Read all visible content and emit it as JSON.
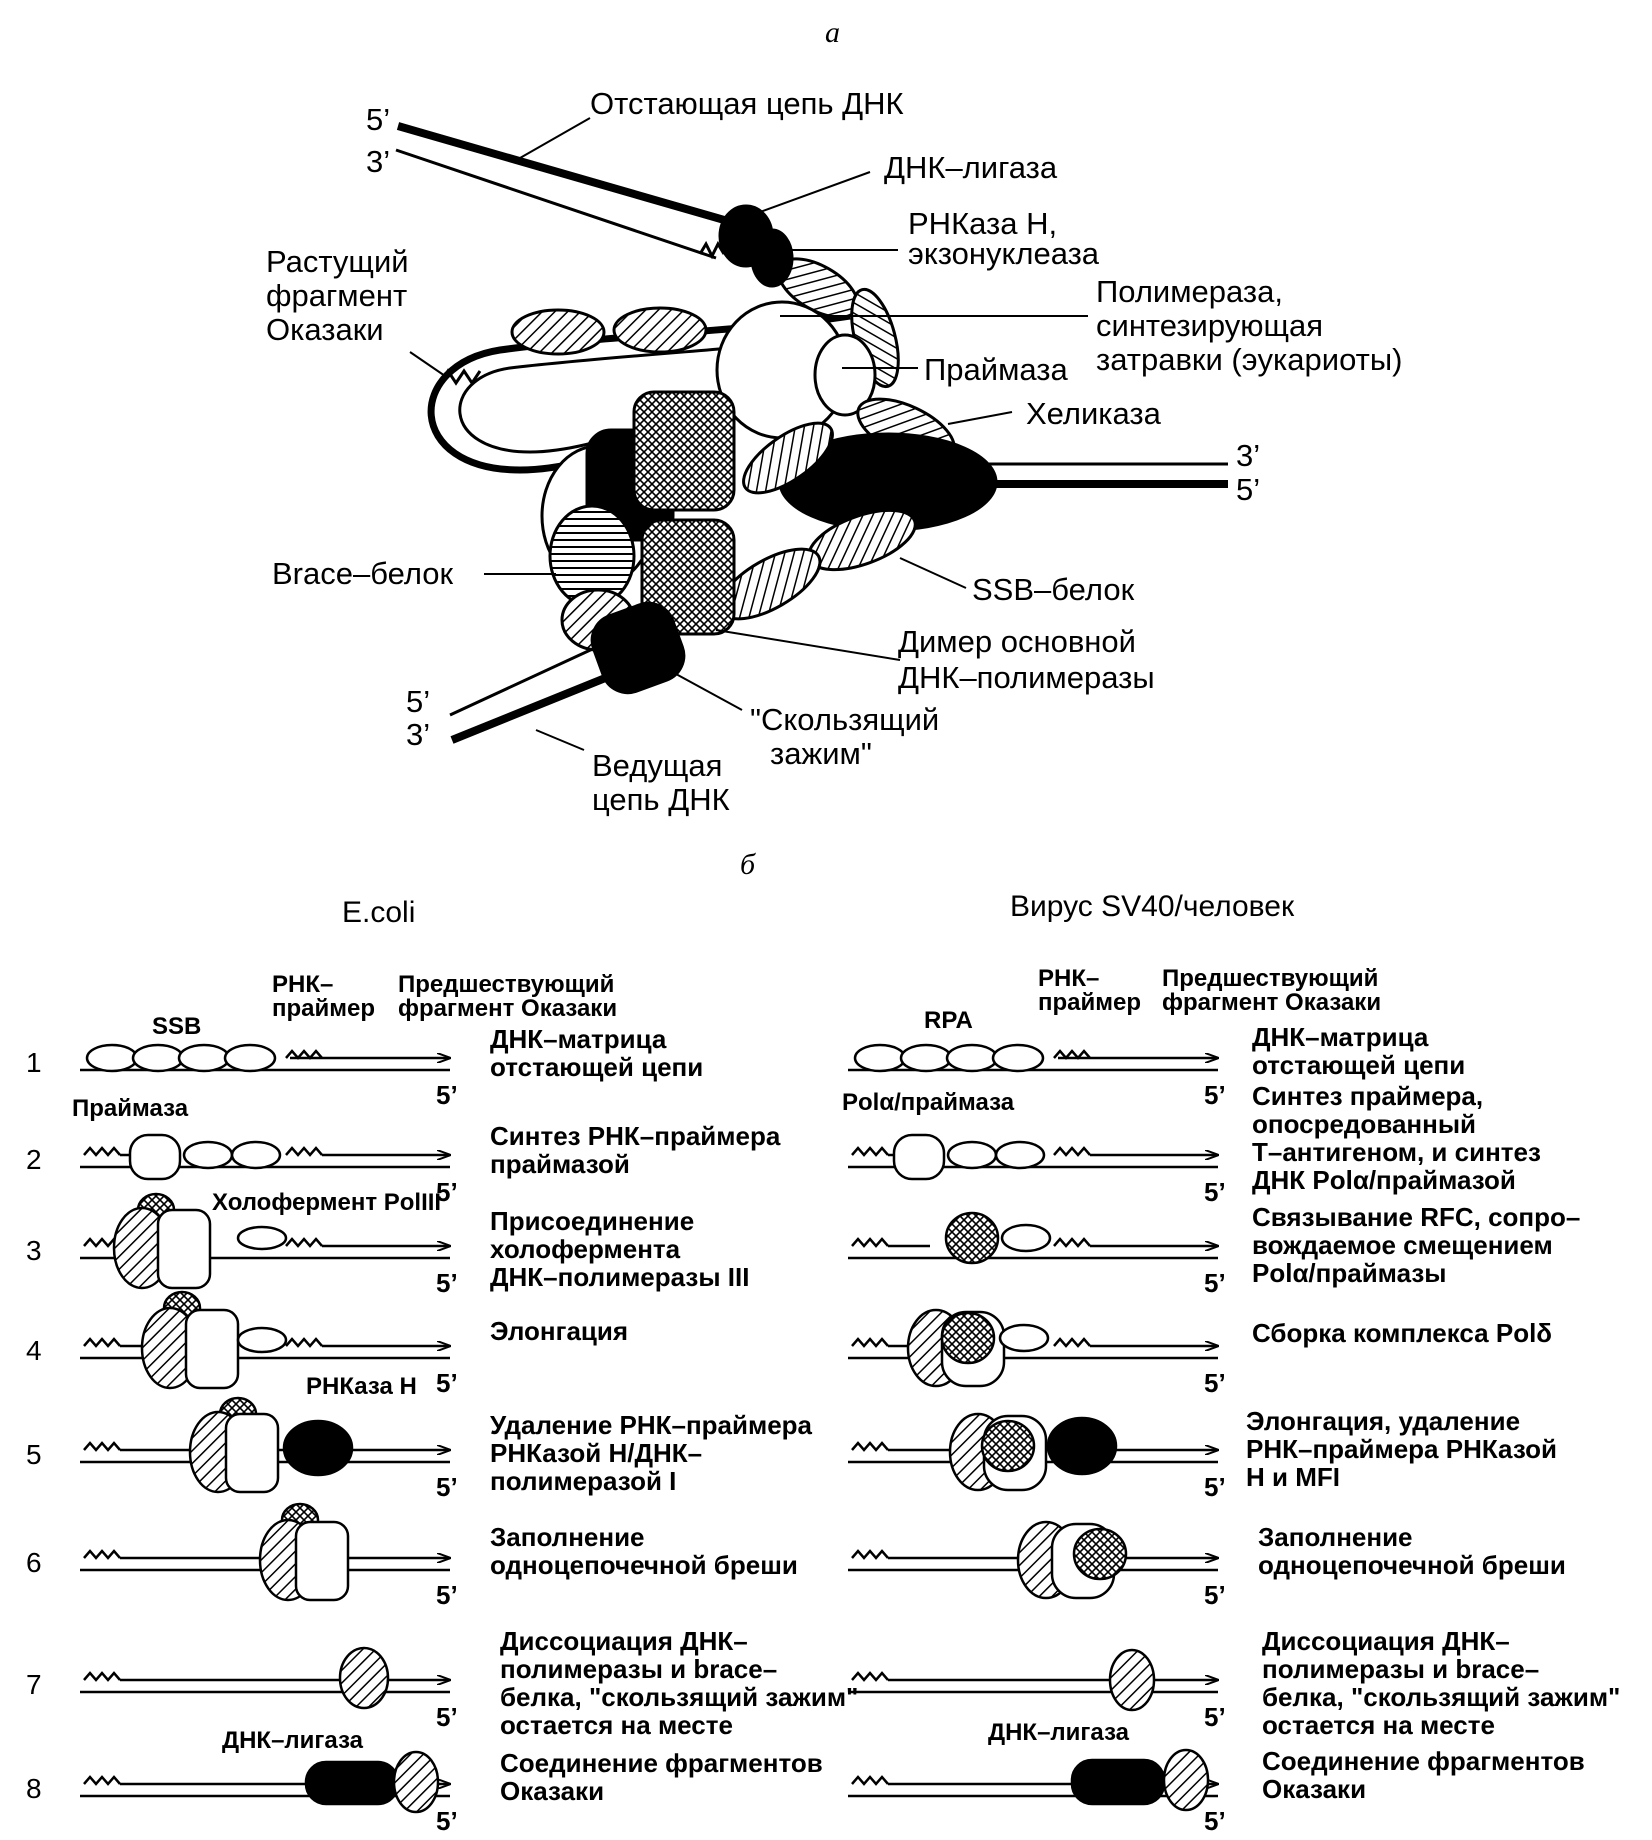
{
  "panel_a": {
    "letter": "а",
    "strand_ends": {
      "top_5": "5’",
      "top_3": "3’",
      "right_3": "3’",
      "right_5": "5’",
      "bottom_5": "5’",
      "bottom_3": "3’"
    },
    "labels": {
      "lagging": "Отстающая цепь ДНК",
      "ligase": "ДНК–лигаза",
      "rnase_1": "РНКаза H,",
      "rnase_2": "экзонуклеаза",
      "okazaki_1": "Растущий",
      "okazaki_2": "фрагмент",
      "okazaki_3": "Оказаки",
      "polymerase_1": "Полимераза,",
      "polymerase_2": "синтезирующая",
      "polymerase_3": "затравки (эукариоты)",
      "primase": "Праймаза",
      "helicase": "Хеликаза",
      "brace": "Brace–белок",
      "ssb": "SSB–белок",
      "dimer_1": "Димер основной",
      "dimer_2": "ДНК–полимеразы",
      "clamp_1": "\"Скользящий",
      "clamp_2": "зажим\"",
      "leading_1": "Ведущая",
      "leading_2": "цепь ДНК"
    }
  },
  "panel_b": {
    "letter": "б",
    "ecoli": {
      "title": "E.coli",
      "header_ssb": "SSB",
      "header_rna_1": "РНК–",
      "header_rna_2": "праймер",
      "header_prev_1": "Предшествующий",
      "header_prev_2": "фрагмент Оказаки",
      "primase": "Праймаза",
      "holoenzyme": "Холофермент PolIII",
      "rnase": "РНКаза H",
      "ligase": "ДНК–лигаза",
      "end5": "5’",
      "steps": [
        {
          "num": "1",
          "desc": [
            "ДНК–матрица",
            "отстающей цепи"
          ]
        },
        {
          "num": "2",
          "desc": [
            "Синтез РНК–праймера",
            "праймазой"
          ]
        },
        {
          "num": "3",
          "desc": [
            "Присоединение",
            "холофермента",
            "ДНК–полимеразы III"
          ]
        },
        {
          "num": "4",
          "desc": [
            "Элонгация"
          ]
        },
        {
          "num": "5",
          "desc": [
            "Удаление РНК–праймера",
            "РНКазой H/ДНК–",
            "полимеразой I"
          ]
        },
        {
          "num": "6",
          "desc": [
            "Заполнение",
            "одноцепочечной бреши"
          ]
        },
        {
          "num": "7",
          "desc": [
            "Диссоциация ДНК–",
            "полимеразы и brace–",
            "белка, \"скользящий зажим\"",
            "остается на месте"
          ]
        },
        {
          "num": "8",
          "desc": [
            "Соединение фрагментов",
            "Оказаки"
          ]
        }
      ]
    },
    "sv40": {
      "title": "Вирус SV40/человек",
      "header_rpa": "RPA",
      "header_rna_1": "РНК–",
      "header_rna_2": "праймер",
      "header_prev_1": "Предшествующий",
      "header_prev_2": "фрагмент Оказаки",
      "primase": "Polα/праймаза",
      "ligase": "ДНК–лигаза",
      "end5": "5’",
      "steps": [
        {
          "desc": [
            "ДНК–матрица",
            "отстающей цепи"
          ]
        },
        {
          "desc": [
            "Синтез праймера,",
            "опосредованный",
            "Т–антигеном, и синтез",
            "ДНК Polα/праймазой"
          ]
        },
        {
          "desc": [
            "Связывание RFC, сопро–",
            "вождаемое смещением",
            "Polα/праймазы"
          ]
        },
        {
          "desc": [
            "Сборка комплекса Polδ"
          ]
        },
        {
          "desc": [
            "Элонгация, удаление",
            "РНК–праймера РНКазой",
            "H и MFI"
          ]
        },
        {
          "desc": [
            "Заполнение",
            "одноцепочечной бреши"
          ]
        },
        {
          "desc": [
            "Диссоциация ДНК–",
            "полимеразы и brace–",
            "белка, \"скользящий зажим\"",
            "остается на месте"
          ]
        },
        {
          "desc": [
            "Соединение фрагментов",
            "Оказаки"
          ]
        }
      ]
    }
  }
}
